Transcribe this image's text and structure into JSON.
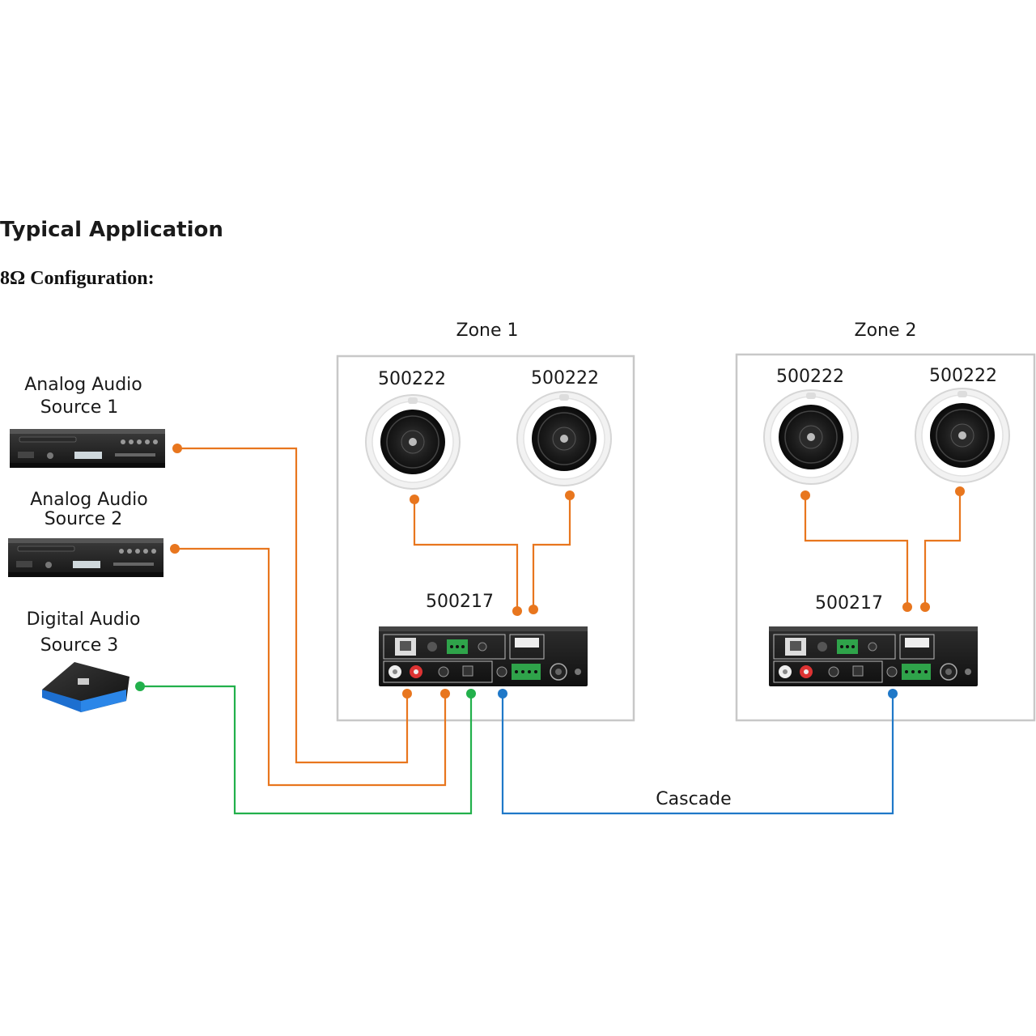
{
  "heading": "Typical Application",
  "subheading": "8Ω Configuration:",
  "sources": [
    {
      "label_line1": "Analog Audio",
      "label_line2": "Source 1",
      "icon": "dvd-player-icon"
    },
    {
      "label_line1": "Analog Audio",
      "label_line2": "Source 2",
      "icon": "dvd-player-icon"
    },
    {
      "label_line1": "Digital Audio",
      "label_line2": "Source 3",
      "icon": "media-streamer-icon"
    }
  ],
  "zones": [
    {
      "title": "Zone 1",
      "speaker_models": [
        "500222",
        "500222"
      ],
      "amp_model": "500217"
    },
    {
      "title": "Zone 2",
      "speaker_models": [
        "500222",
        "500222"
      ],
      "amp_model": "500217"
    }
  ],
  "cascade_label": "Cascade",
  "colors": {
    "analog": "#e8761e",
    "digital": "#22b04b",
    "cascade": "#1f78c8",
    "zone_border": "#c8c8c8"
  }
}
